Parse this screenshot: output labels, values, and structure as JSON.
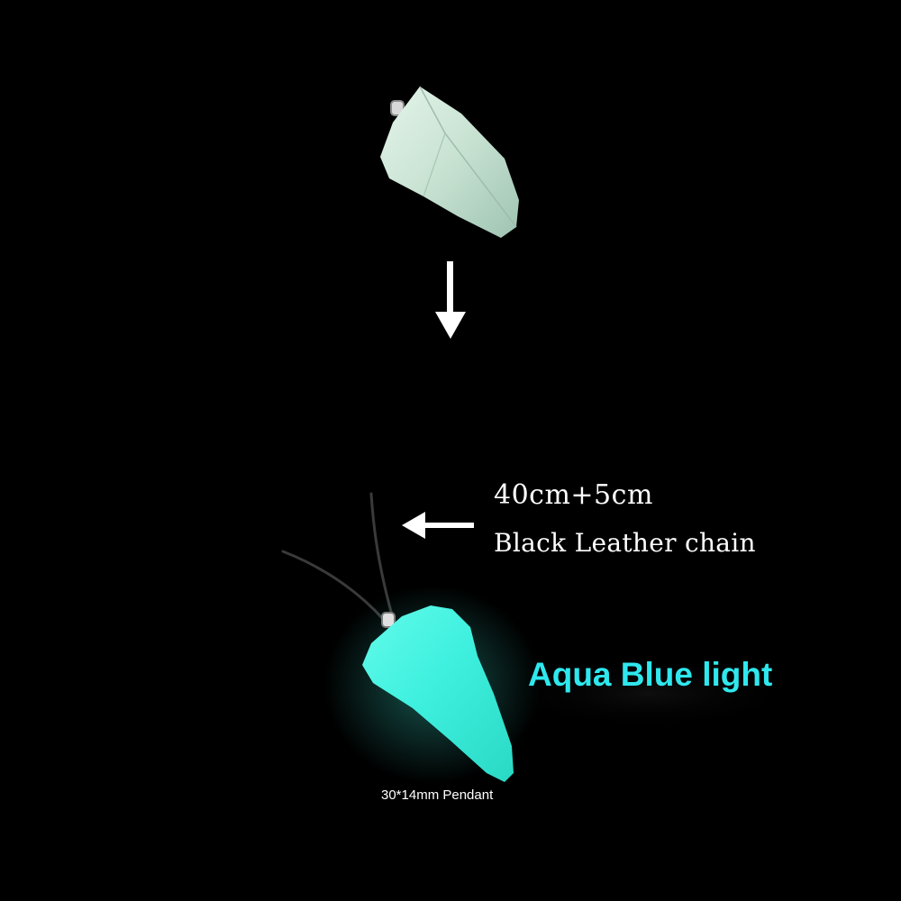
{
  "labels": {
    "chain_length": "40cm+5cm",
    "chain_type": "Black Leather  chain",
    "glow_color": "Aqua Blue light",
    "pendant_size": "30*14mm Pendant"
  },
  "colors": {
    "background": "#000000",
    "pendant_daylight": "#cfe8d8",
    "pendant_glow": "#3ff0e0",
    "glow_text": "#2ee8ee",
    "arrow": "#ffffff"
  }
}
